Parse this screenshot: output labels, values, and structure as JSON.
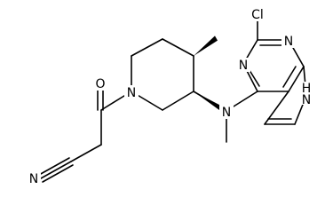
{
  "structure": {
    "atoms": {
      "cl": "Cl",
      "n_pyr1": "N",
      "n_pyr2": "N",
      "n_amine": "N",
      "n_pip": "N",
      "n_pyrrole": "N",
      "h_pyrrole": "H",
      "n_nitrile": "N",
      "o_carbonyl": "O"
    }
  }
}
